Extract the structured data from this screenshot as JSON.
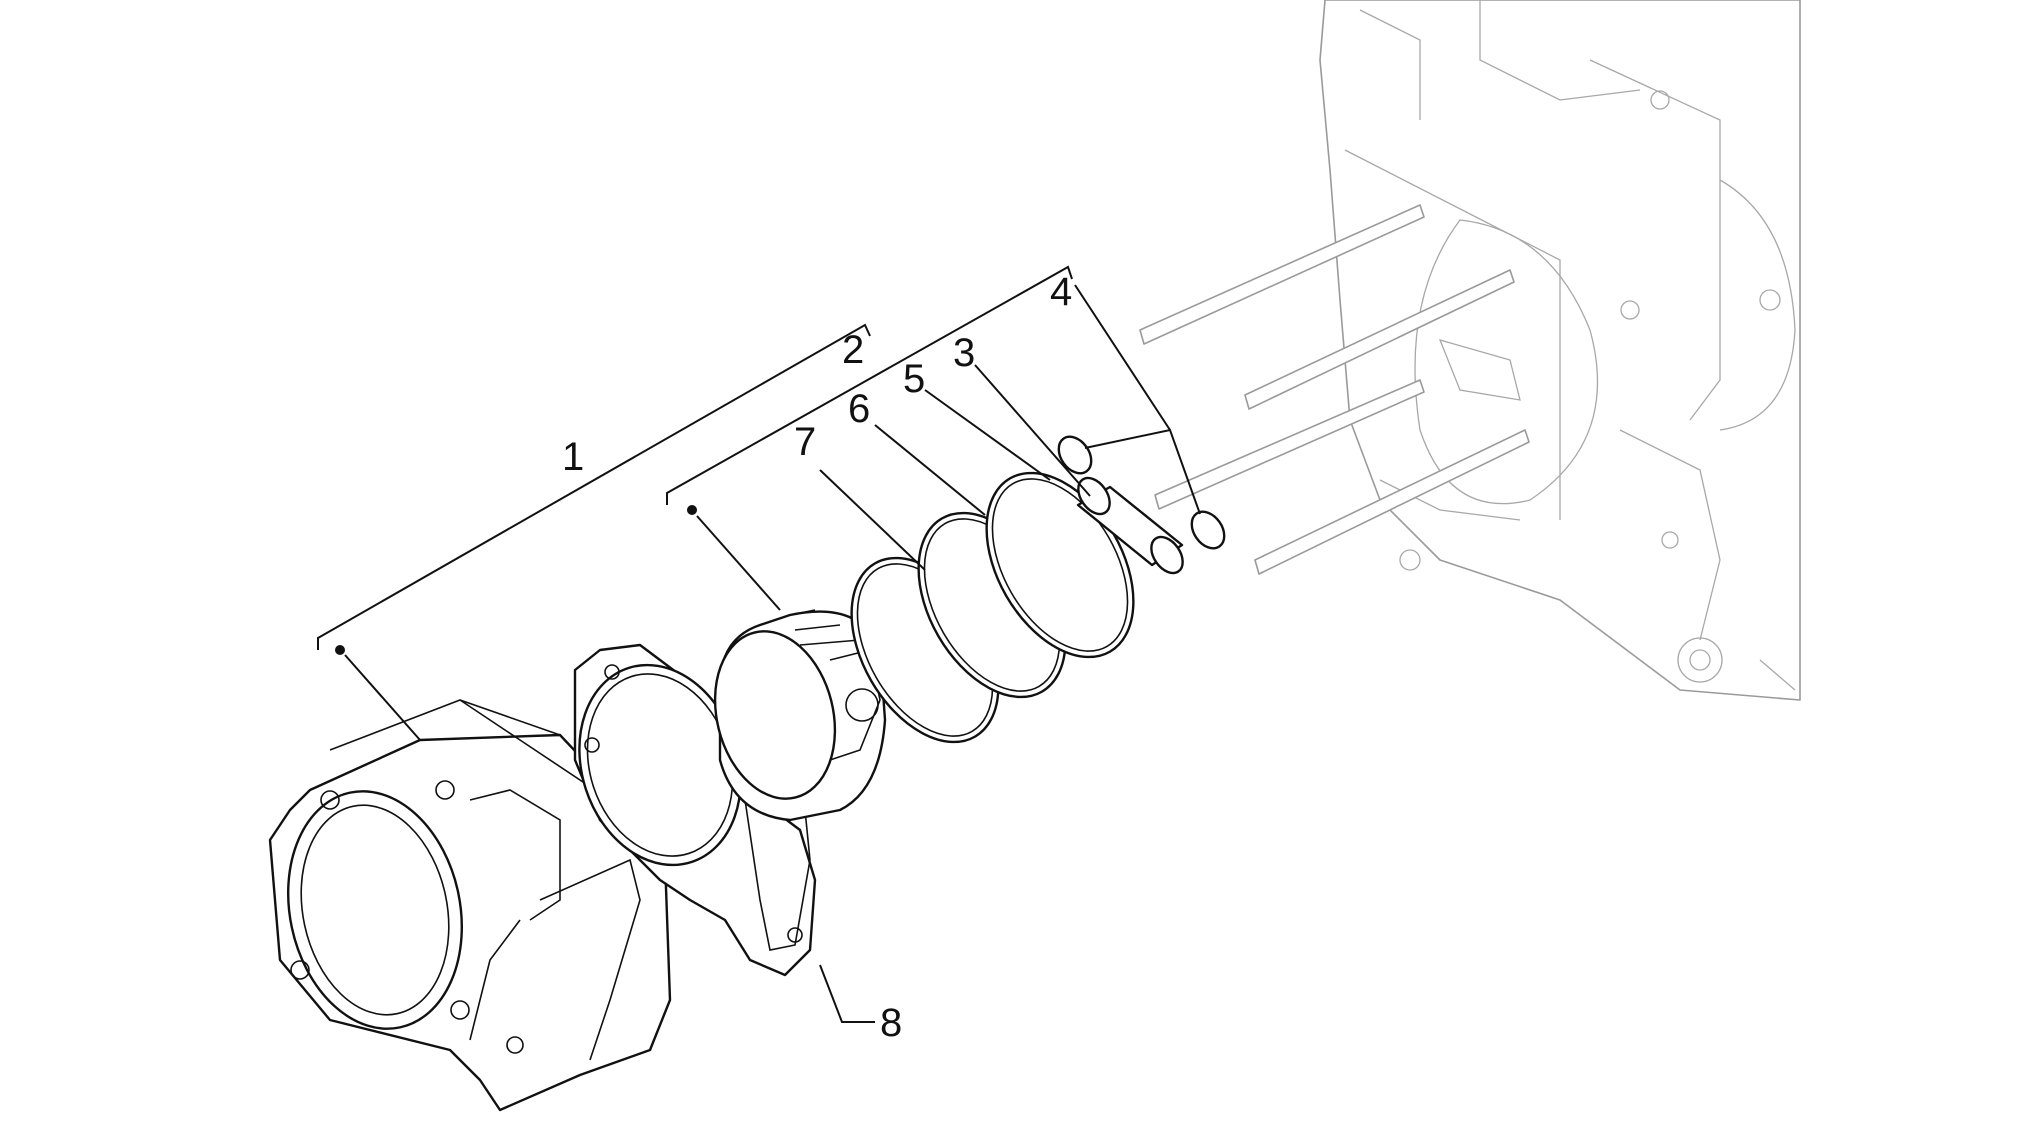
{
  "callouts": {
    "c1": "1",
    "c2": "2",
    "c3": "3",
    "c4": "4",
    "c5": "5",
    "c6": "6",
    "c7": "7",
    "c8": "8"
  },
  "colors": {
    "line": "#111111",
    "background_part": "#9a9a9a",
    "page": "#ffffff"
  }
}
